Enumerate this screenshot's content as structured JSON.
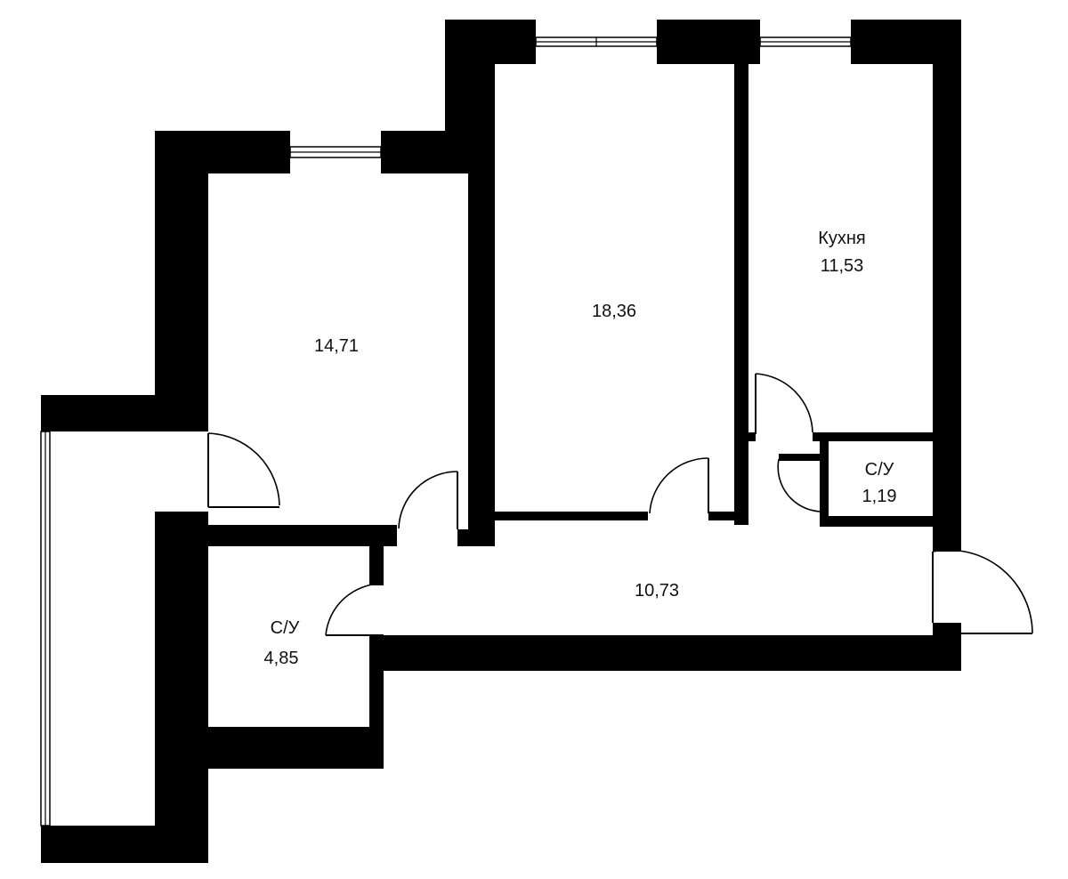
{
  "floor_plan": {
    "rooms": [
      {
        "id": "room-left",
        "name": "",
        "area": "14,71"
      },
      {
        "id": "room-middle",
        "name": "",
        "area": "18,36"
      },
      {
        "id": "kitchen",
        "name": "Кухня",
        "area": "11,53"
      },
      {
        "id": "bathroom-small",
        "name": "С/У",
        "area": "1,19"
      },
      {
        "id": "bathroom-large",
        "name": "С/У",
        "area": "4,85"
      },
      {
        "id": "hallway",
        "name": "",
        "area": "10,73"
      }
    ]
  },
  "colors": {
    "wall": "#000000",
    "background": "#ffffff",
    "text": "#111111"
  }
}
